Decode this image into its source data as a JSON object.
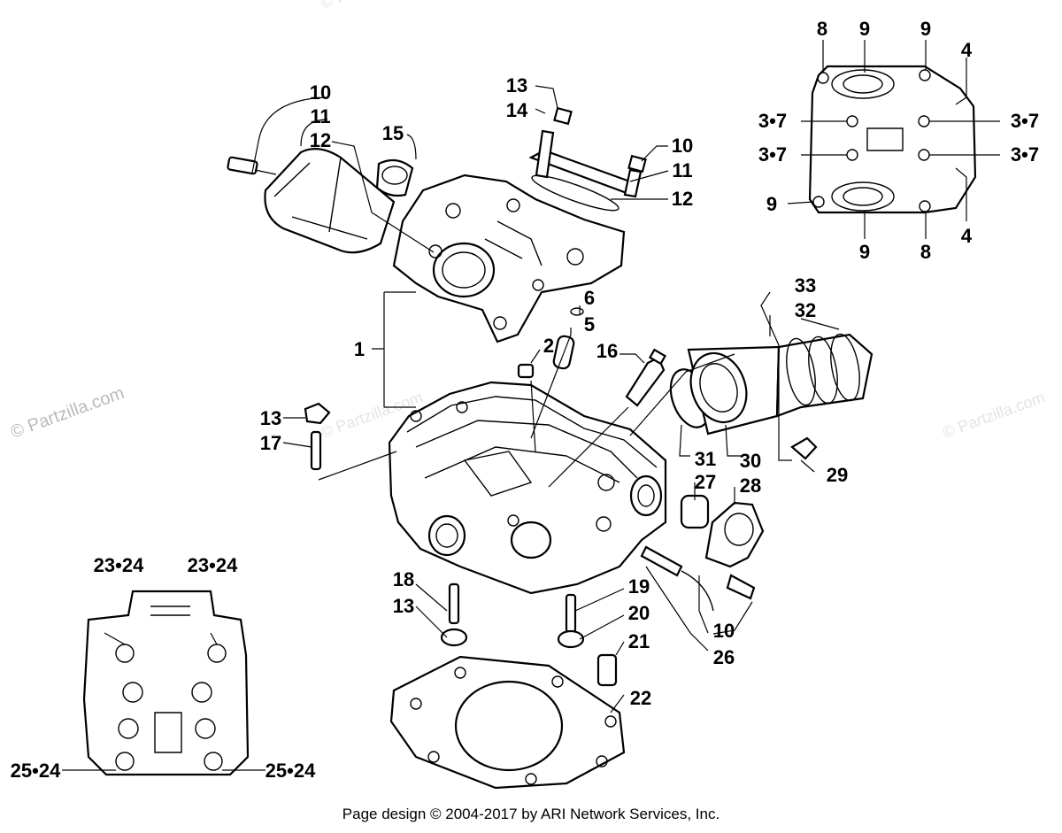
{
  "watermark": "© Partzilla.com",
  "footer": "Page design © 2004-2017 by ARI Network Services, Inc.",
  "labels": [
    {
      "id": "l10a",
      "text": "10"
    },
    {
      "id": "l11a",
      "text": "11"
    },
    {
      "id": "l12a",
      "text": "12"
    },
    {
      "id": "l15",
      "text": "15"
    },
    {
      "id": "l13a",
      "text": "13"
    },
    {
      "id": "l14",
      "text": "14"
    },
    {
      "id": "l10b",
      "text": "10"
    },
    {
      "id": "l11b",
      "text": "11"
    },
    {
      "id": "l12b",
      "text": "12"
    },
    {
      "id": "l1",
      "text": "1"
    },
    {
      "id": "l6",
      "text": "6"
    },
    {
      "id": "l5",
      "text": "5"
    },
    {
      "id": "l2",
      "text": "2"
    },
    {
      "id": "l16",
      "text": "16"
    },
    {
      "id": "l13b",
      "text": "13"
    },
    {
      "id": "l17",
      "text": "17"
    },
    {
      "id": "l33",
      "text": "33"
    },
    {
      "id": "l32",
      "text": "32"
    },
    {
      "id": "l31",
      "text": "31"
    },
    {
      "id": "l30",
      "text": "30"
    },
    {
      "id": "l29",
      "text": "29"
    },
    {
      "id": "l27",
      "text": "27"
    },
    {
      "id": "l28",
      "text": "28"
    },
    {
      "id": "l18",
      "text": "18"
    },
    {
      "id": "l13c",
      "text": "13"
    },
    {
      "id": "l19",
      "text": "19"
    },
    {
      "id": "l20",
      "text": "20"
    },
    {
      "id": "l21",
      "text": "21"
    },
    {
      "id": "l10c",
      "text": "10"
    },
    {
      "id": "l26",
      "text": "26"
    },
    {
      "id": "l22",
      "text": "22"
    },
    {
      "id": "l8a",
      "text": "8"
    },
    {
      "id": "l9a",
      "text": "9"
    },
    {
      "id": "l9b",
      "text": "9"
    },
    {
      "id": "l4a",
      "text": "4"
    },
    {
      "id": "l37a",
      "text": "3•7"
    },
    {
      "id": "l37b",
      "text": "3•7"
    },
    {
      "id": "l37c",
      "text": "3•7"
    },
    {
      "id": "l37d",
      "text": "3•7"
    },
    {
      "id": "l9c",
      "text": "9"
    },
    {
      "id": "l4b",
      "text": "4"
    },
    {
      "id": "l9d",
      "text": "9"
    },
    {
      "id": "l8b",
      "text": "8"
    },
    {
      "id": "l2324a",
      "text": "23•24"
    },
    {
      "id": "l2324b",
      "text": "23•24"
    },
    {
      "id": "l2524a",
      "text": "25•24"
    },
    {
      "id": "l2524b",
      "text": "25•24"
    }
  ]
}
